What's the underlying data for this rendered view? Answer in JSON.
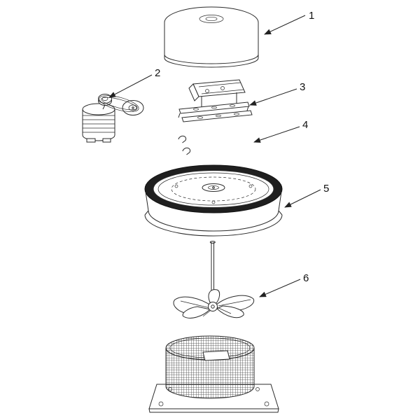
{
  "figure": {
    "type": "exploded-parts-diagram",
    "background_color": "#ffffff",
    "line_color": "#2b2b2b",
    "rim_color": "#1f1f1f",
    "callouts": [
      {
        "number": "1",
        "part": "dome-cap"
      },
      {
        "number": "2",
        "part": "motor-and-belt-drive"
      },
      {
        "number": "3",
        "part": "motor-mount-bracket"
      },
      {
        "number": "4",
        "part": "clip-fasteners"
      },
      {
        "number": "5",
        "part": "fan-shroud-pan"
      },
      {
        "number": "6",
        "part": "propeller"
      }
    ],
    "unlabeled_parts": [
      "drive-shaft",
      "guard-screen-drum",
      "base-plate"
    ]
  }
}
